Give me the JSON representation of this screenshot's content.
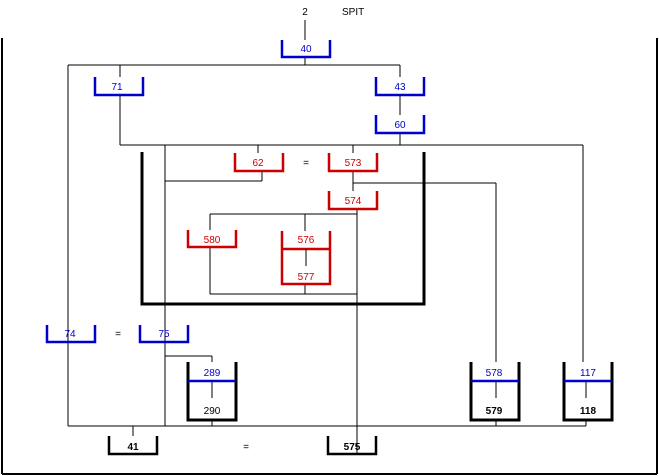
{
  "header": {
    "number": "2",
    "title": "SPIT"
  },
  "nodes": {
    "n40": "40",
    "n71": "71",
    "n43": "43",
    "n60": "60",
    "n62": "62",
    "eq1": "=",
    "n573": "573",
    "n574": "574",
    "n580": "580",
    "n576": "576",
    "n577": "577",
    "n74": "74",
    "eq2": "=",
    "n75": "75",
    "n289": "289",
    "n290": "290",
    "n578": "578",
    "n579": "579",
    "n117": "117",
    "n118": "118",
    "n41": "41",
    "eq3": "=",
    "n575": "575"
  },
  "colors": {
    "blue": "#0000cc",
    "red": "#cc0000",
    "black": "#000000"
  }
}
